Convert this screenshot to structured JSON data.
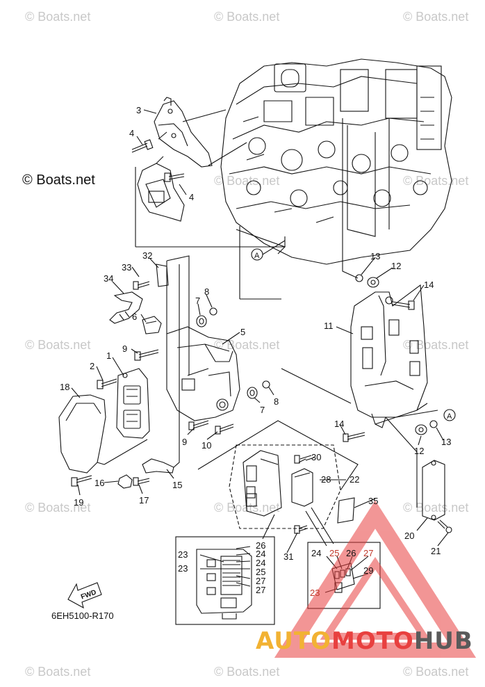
{
  "watermark": "© Boats.net",
  "copyright": "© Boats.net",
  "diagram_code": "6EH5100-R170",
  "fwd_label": "FWD",
  "brand_logo": {
    "part1": "AUTO",
    "part2": "MOTO",
    "part3": "HUB"
  },
  "ref_marker": "A",
  "callouts": {
    "c1": "1",
    "c2": "2",
    "c3": "3",
    "c4a": "4",
    "c4b": "4",
    "c5": "5",
    "c6": "6",
    "c7a": "7",
    "c7b": "7",
    "c8a": "8",
    "c8b": "8",
    "c9a": "9",
    "c9b": "9",
    "c10": "10",
    "c11": "11",
    "c12a": "12",
    "c12b": "12",
    "c13a": "13",
    "c13b": "13",
    "c14a": "14",
    "c14b": "14",
    "c15": "15",
    "c16": "16",
    "c17": "17",
    "c18": "18",
    "c19": "19",
    "c20": "20",
    "c21": "21",
    "c22": "22",
    "c23a": "23",
    "c23b": "23",
    "c23c": "23",
    "c24a": "24",
    "c24b": "24",
    "c24c": "24",
    "c25a": "25",
    "c25b": "25",
    "c26a": "26",
    "c26b": "26",
    "c27a": "27",
    "c27b": "27",
    "c27c": "27",
    "c28": "28",
    "c29": "29",
    "c30": "30",
    "c31": "31",
    "c32": "32",
    "c33": "33",
    "c34": "34",
    "c35": "35"
  },
  "colors": {
    "line": "#111111",
    "watermark": "#c8c8c8",
    "logo_red": "#e8403f",
    "logo_orange": "#f2b233",
    "logo_gray": "#5a5a5a"
  }
}
